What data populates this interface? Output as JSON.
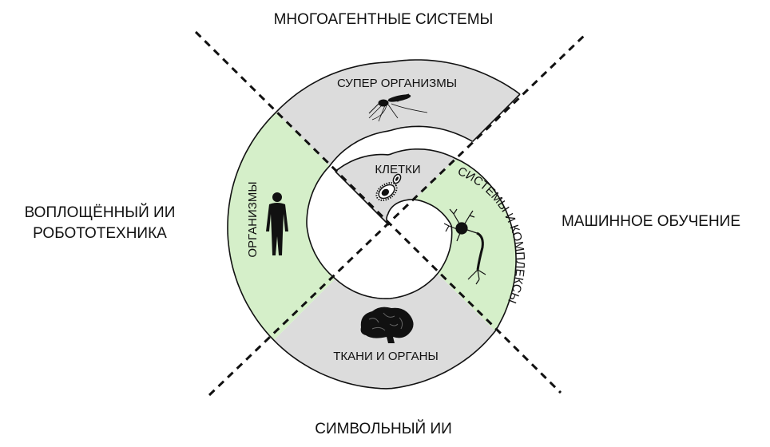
{
  "directions": {
    "top": "МНОГОАГЕНТНЫЕ СИСТЕМЫ",
    "bottom": "СИМВОЛЬНЫЙ ИИ",
    "left_line1": "ВОПЛОЩЁННЫЙ ИИ",
    "left_line2": "РОБОТОТЕХНИКА",
    "right": "МАШИННОЕ ОБУЧЕНИЕ"
  },
  "segments": {
    "super_organisms": "СУПЕР ОРГАНИЗМЫ",
    "organisms": "ОРГАНИЗМЫ",
    "tissues": "ТКАНИ И ОРГАНЫ",
    "systems": "СИСТЕМЫ И КОМПЛЕКСЫ",
    "cells": "КЛЕТКИ"
  },
  "colors": {
    "gray": "#dcdcdc",
    "green": "#d5efc9",
    "outline": "#111111"
  }
}
